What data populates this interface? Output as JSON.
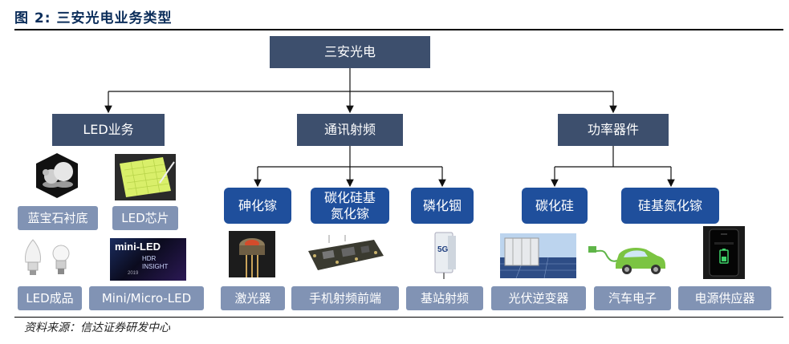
{
  "figure": {
    "title": "图 2:  三安光电业务类型",
    "source": "资料来源：信达证券研发中心"
  },
  "root": {
    "label": "三安光电"
  },
  "categories": [
    {
      "label": "LED业务"
    },
    {
      "label": "通讯射频"
    },
    {
      "label": "功率器件"
    }
  ],
  "subcategories": [
    {
      "label": "砷化镓"
    },
    {
      "label": "碳化硅基氮化镓"
    },
    {
      "label": "磷化铟"
    },
    {
      "label": "碳化硅"
    },
    {
      "label": "硅基氮化镓"
    }
  ],
  "products": [
    {
      "label": "蓝宝石衬底"
    },
    {
      "label": "LED芯片"
    },
    {
      "label": "LED成品"
    },
    {
      "label": "Mini/Micro-LED"
    },
    {
      "label": "激光器"
    },
    {
      "label": "手机射频前端"
    },
    {
      "label": "基站射频"
    },
    {
      "label": "光伏逆变器"
    },
    {
      "label": "汽车电子"
    },
    {
      "label": "电源供应器"
    }
  ],
  "photo_texts": {
    "miniled_title": "mini-LED",
    "miniled_sub1": "HDR",
    "miniled_sub2": "INSIGHT",
    "miniled_year": "2019",
    "station_logo": "5G"
  },
  "colors": {
    "title": "#0b2d5a",
    "root_box": "#3d4f6d",
    "category_box": "#3d4f6d",
    "sub_box": "#1f4f9c",
    "product_box": "#8193b4",
    "connector": "#111111"
  }
}
